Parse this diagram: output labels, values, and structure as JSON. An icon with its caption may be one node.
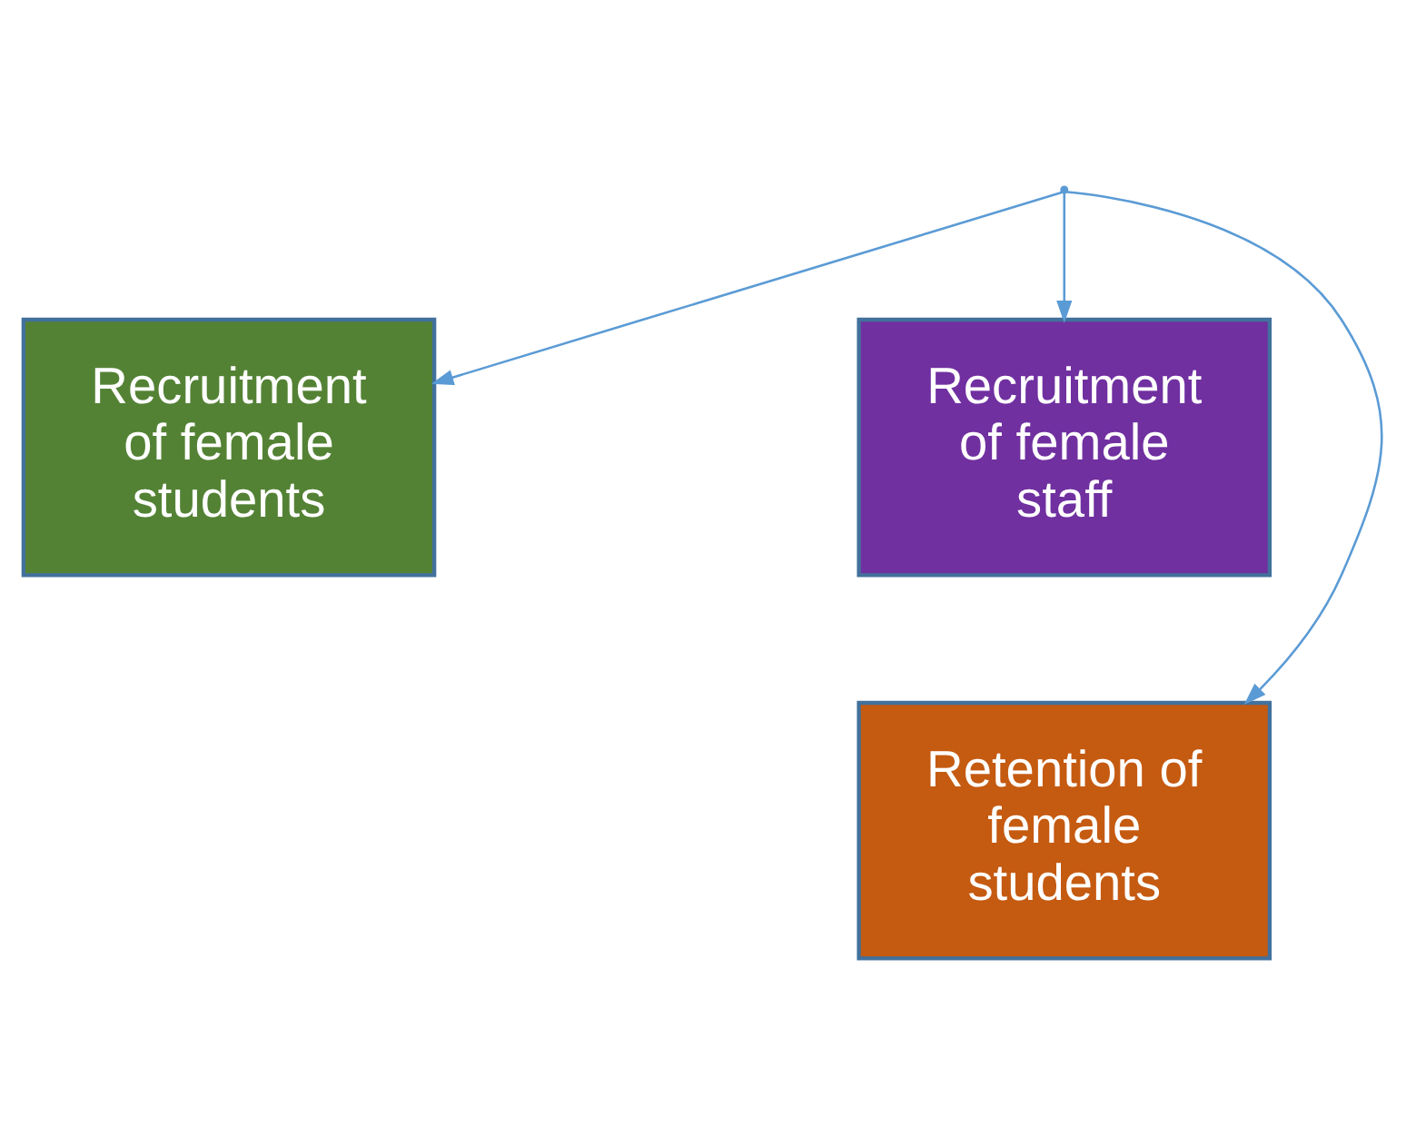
{
  "diagram": {
    "nodes": [
      {
        "text": [],
        "shape": "point"
      },
      {
        "text": [
          "Recruitment of female students"
        ]
      },
      {
        "text": [
          "Recruitment of female staff"
        ]
      },
      {
        "text": [
          "Retention of female students"
        ]
      }
    ],
    "edges": [
      {
        "from": 0,
        "to": 1,
        "arrow": "to"
      },
      {
        "from": 0,
        "to": 3,
        "arrow": "to"
      },
      {
        "from": 0,
        "to": 2,
        "arrow": "to"
      }
    ]
  }
}
